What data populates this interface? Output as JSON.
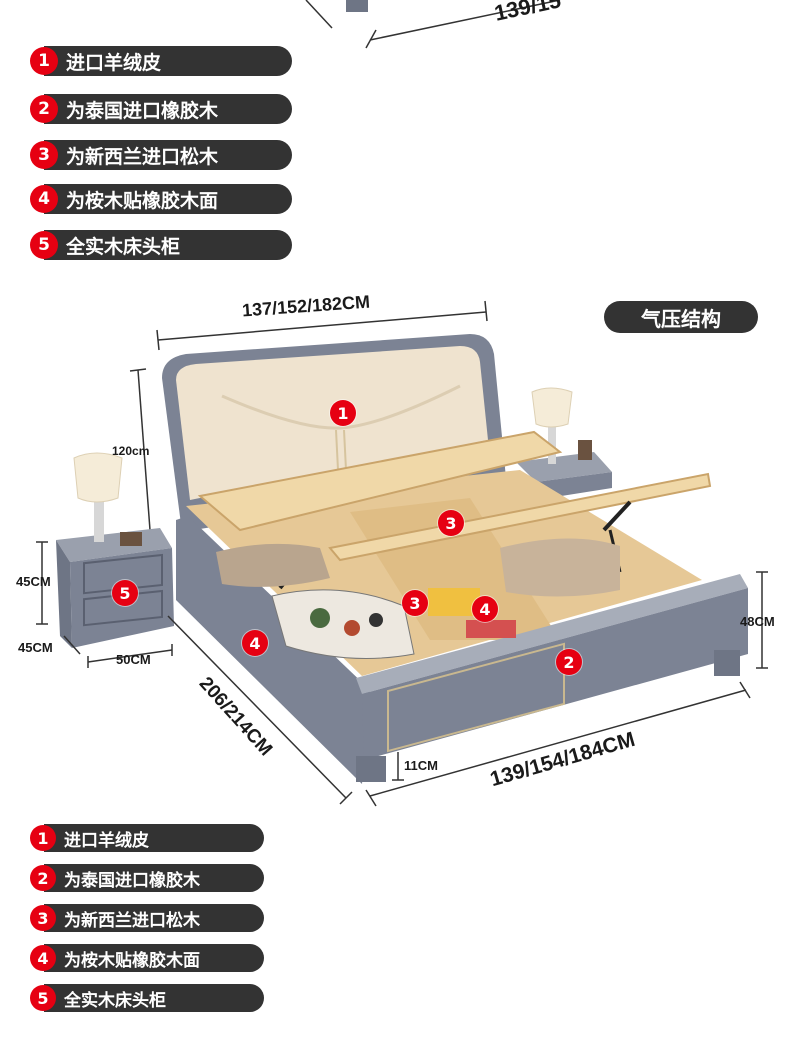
{
  "legend": [
    {
      "num": "1",
      "label": "进口羊绒皮"
    },
    {
      "num": "2",
      "label": "为泰国进口橡胶木"
    },
    {
      "num": "3",
      "label": "为新西兰进口松木"
    },
    {
      "num": "4",
      "label": "为桉木贴橡胶木面"
    },
    {
      "num": "5",
      "label": "全实木床头柜"
    }
  ],
  "badge": "气压结构",
  "dimensions": {
    "top_partial": "139/15",
    "headboard_width": "137/152/182CM",
    "height": "120cm",
    "nightstand_height": "45CM",
    "nightstand_depth": "45CM",
    "nightstand_width": "50CM",
    "bed_length": "206/214CM",
    "bed_width": "139/154/184CM",
    "leg_height": "11CM",
    "footboard_height": "48CM"
  },
  "markers": {
    "headboard": "1",
    "footboard": "2",
    "storage_back": "3",
    "storage_front": "3",
    "storage_side": "4",
    "bed_side": "4",
    "nightstand": "5"
  },
  "colors": {
    "marker_red": "#e60012",
    "pill_dark": "#333333",
    "frame_grey": "#7c8394",
    "leather": "#efe3cf",
    "pine": "#e6c896"
  }
}
